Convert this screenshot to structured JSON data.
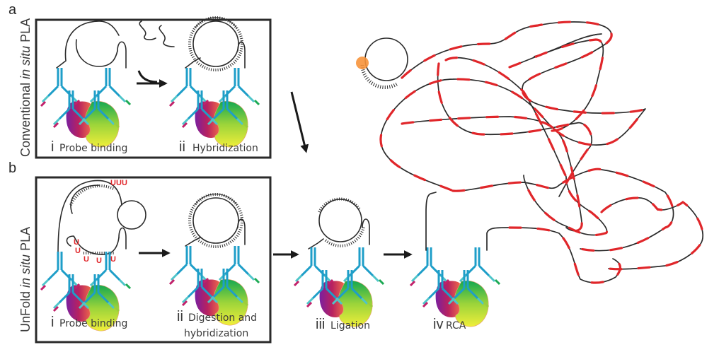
{
  "figure": {
    "panels": [
      {
        "letter": "a",
        "side_label_pre": "Conventional ",
        "side_label_italic": "in situ",
        "side_label_post": " PLA",
        "steps": [
          {
            "num": "i",
            "text": "Probe binding"
          },
          {
            "num": "ii",
            "text": "Hybridization"
          }
        ]
      },
      {
        "letter": "b",
        "side_label_pre": "UnFold ",
        "side_label_italic": "in situ",
        "side_label_post": " PLA",
        "steps": [
          {
            "num": "i",
            "text": "Probe binding"
          },
          {
            "num": "ii",
            "text": "Digestion and",
            "text2": "hybridization"
          }
        ]
      }
    ],
    "shared_steps": [
      {
        "num": "iii",
        "text": "Ligation"
      },
      {
        "num": "iv",
        "text": "RCA"
      }
    ],
    "uracil_label": "U",
    "colors": {
      "antibody": "#1e9ec8",
      "rca_detection": "#e0262a",
      "primer_dot": "#f7943b",
      "box_border": "#2a2a2a"
    }
  }
}
